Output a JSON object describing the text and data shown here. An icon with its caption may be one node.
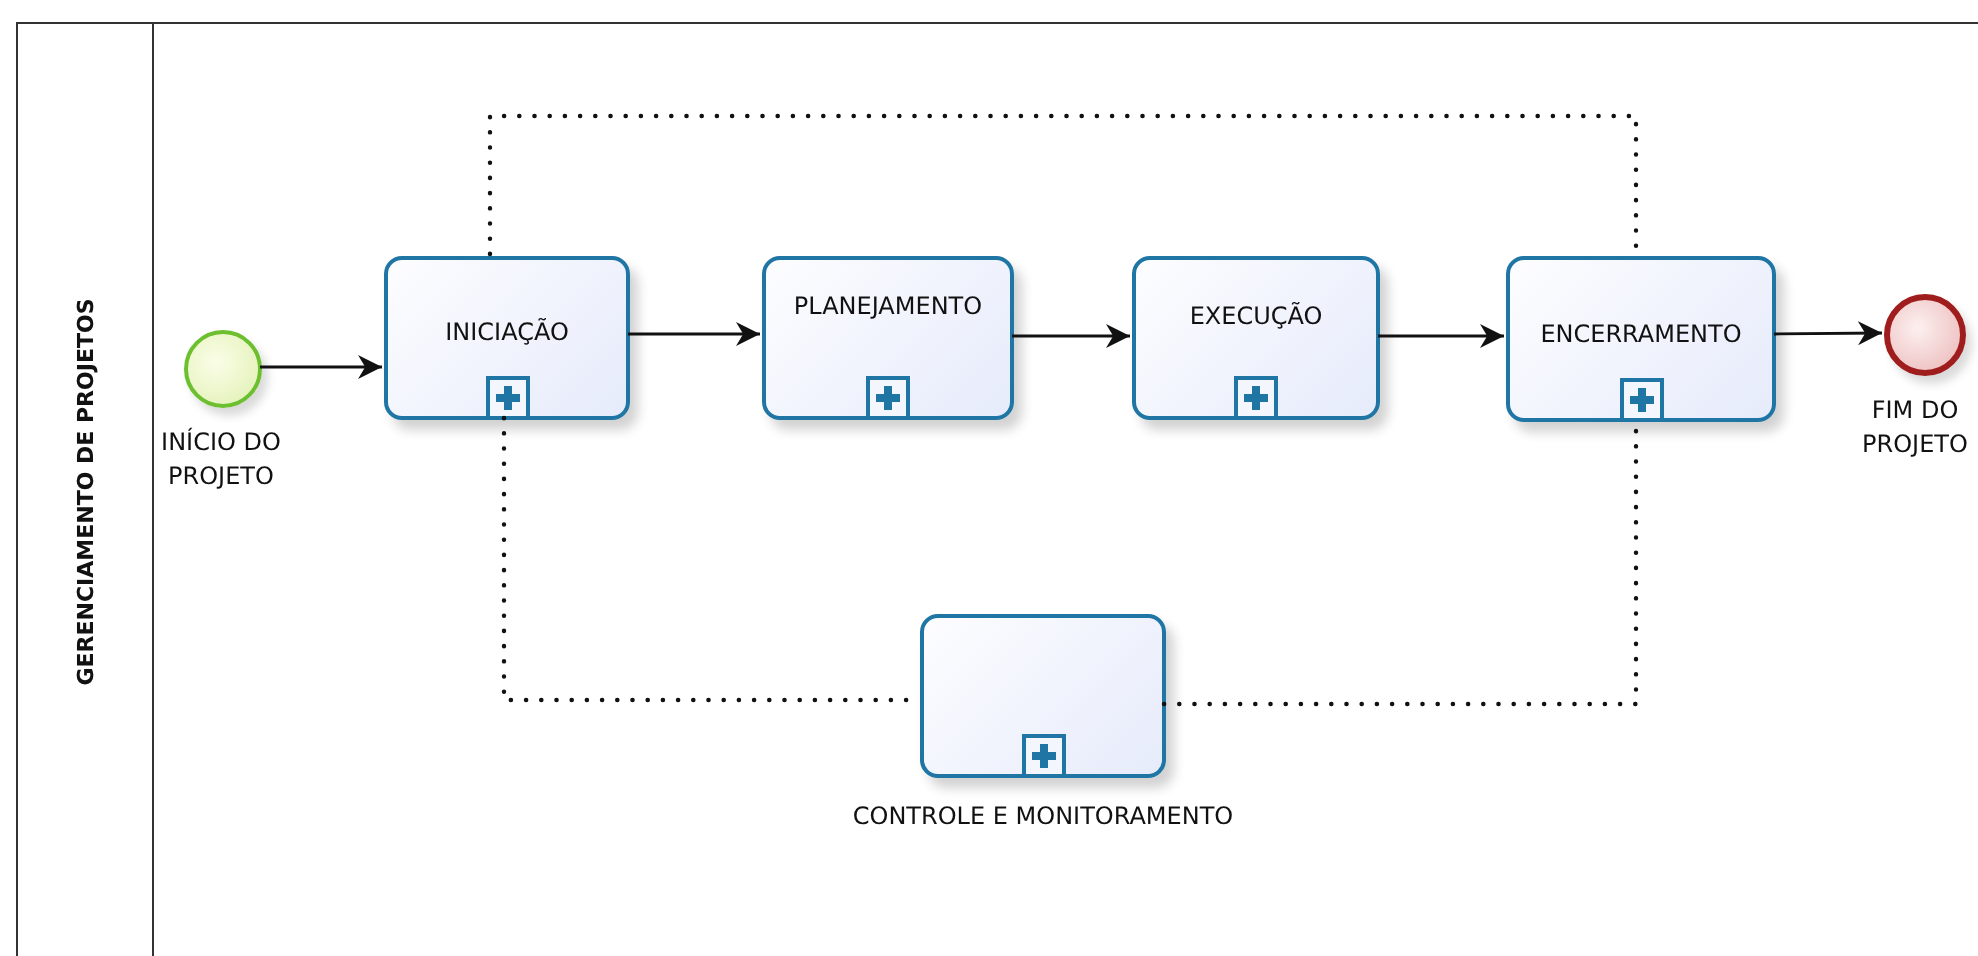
{
  "diagram": {
    "nodes": [
      {
        "text": [
          "GERENCIAMENTO DE PROJETOS"
        ]
      },
      {
        "text": [],
        "shape": "circle",
        "in": 0,
        "beside": [
          "INÍCIO DO PROJETO"
        ]
      },
      {
        "text": [
          "INICIAÇÃO"
        ],
        "in": 0
      },
      {
        "text": [
          "PLANEJAMENTO"
        ],
        "in": 0
      },
      {
        "text": [
          "EXECUÇÃO"
        ],
        "in": 0
      },
      {
        "text": [
          "ENCERRAMENTO"
        ],
        "in": 0
      },
      {
        "text": [],
        "shape": "circle",
        "in": 0,
        "beside": [
          "FIM DO PROJETO"
        ]
      },
      {
        "text": [
          "CONTROLE E MONITORAMENTO"
        ],
        "in": 0
      }
    ],
    "edges": [
      {
        "from": 1,
        "to": 2,
        "arrow": "to"
      },
      {
        "from": 2,
        "to": 3,
        "arrow": "to"
      },
      {
        "from": 3,
        "to": 4,
        "arrow": "to"
      },
      {
        "from": 4,
        "to": 5,
        "arrow": "to"
      },
      {
        "from": 5,
        "to": 6,
        "arrow": "to"
      },
      {
        "from": 2,
        "to": 5,
        "arrow": "none",
        "style": "dashed"
      },
      {
        "from": 2,
        "to": 7,
        "arrow": "none",
        "style": "dashed"
      },
      {
        "from": 7,
        "to": 5,
        "arrow": "none",
        "style": "dashed"
      }
    ]
  }
}
